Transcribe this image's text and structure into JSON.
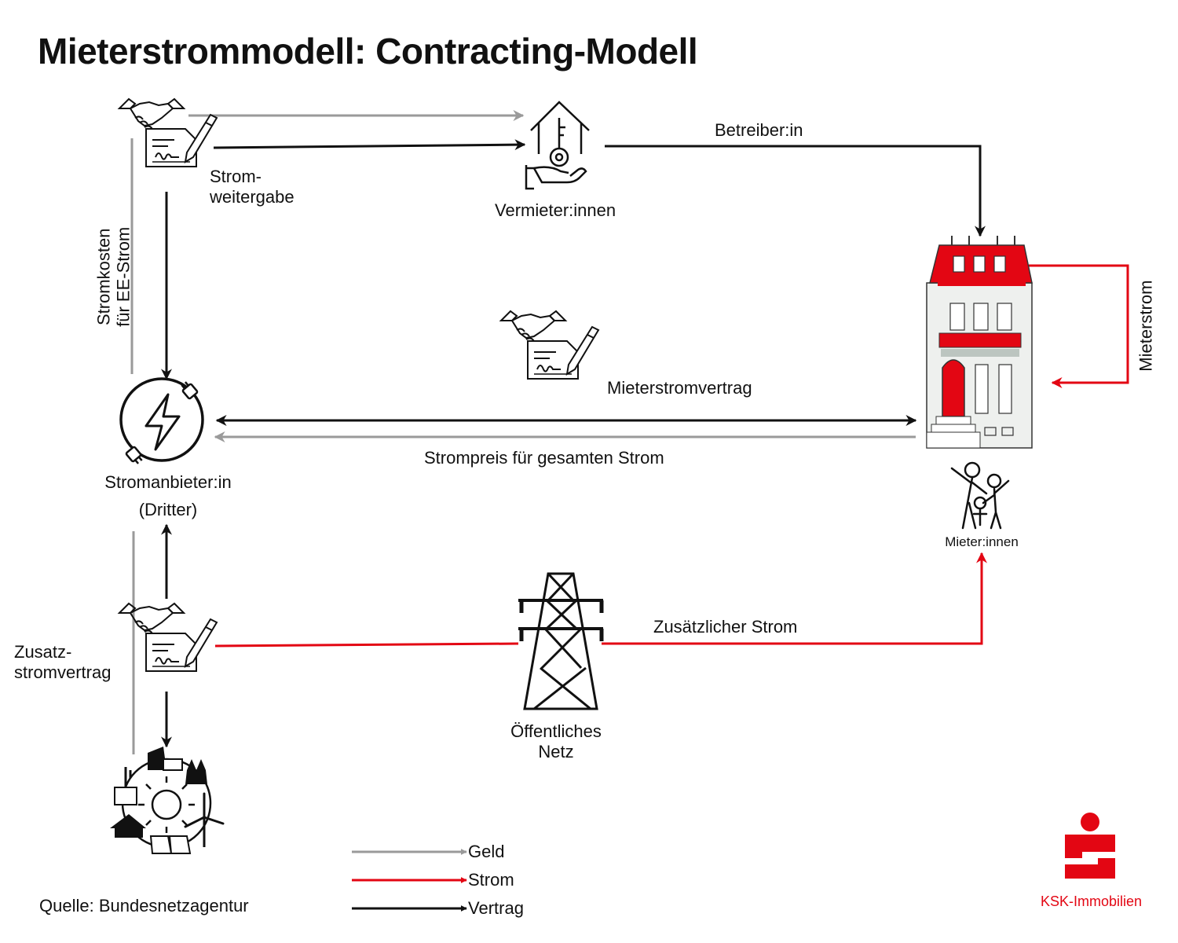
{
  "title": "Mieterstrommodell: Contracting-Modell",
  "nodes": {
    "stromweitergabe": "Strom-\nweitergabe",
    "vermieter": "Vermieter:innen",
    "betreiber": "Betreiber:in",
    "anbieter_name": "Stromanbieter:in",
    "anbieter_sub": "(Dritter)",
    "mieter": "Mieter:innen",
    "netz": "Öffentliches\nNetz",
    "zusatzvertrag": "Zusatz-\nstromvertrag"
  },
  "edges": {
    "stromkosten": "Stromkosten\nfür EE-Strom",
    "mieterstromvertrag": "Mieterstromvertrag",
    "strompreis": "Strompreis für gesamten Strom",
    "mieterstrom": "Mieterstrom",
    "zusaetzlich": "Zusätzlicher Strom"
  },
  "legend": [
    {
      "label": "Geld",
      "color": "#9a9a9a"
    },
    {
      "label": "Strom",
      "color": "#e30613"
    },
    {
      "label": "Vertrag",
      "color": "#111111"
    }
  ],
  "source": "Quelle: Bundesnetzagentur",
  "brand": "KSK-Immobilien",
  "colors": {
    "money": "#9a9a9a",
    "power": "#e30613",
    "contract": "#111111"
  }
}
